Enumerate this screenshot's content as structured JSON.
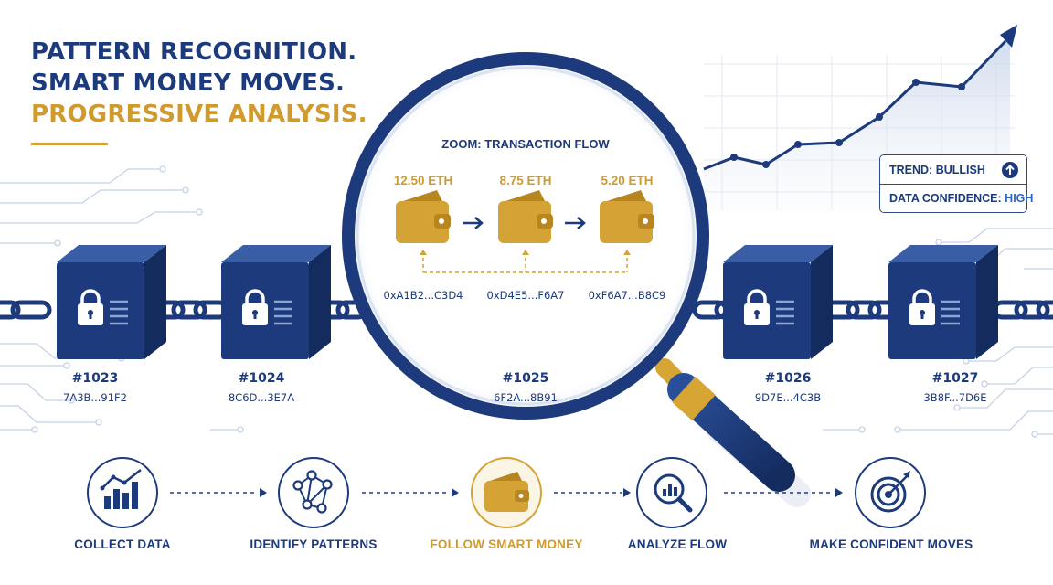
{
  "headline": {
    "line1": "PATTERN RECOGNITION.",
    "line2": "SMART MONEY MOVES.",
    "line3": "PROGRESSIVE ANALYSIS."
  },
  "zoom": {
    "title": "ZOOM: TRANSACTION FLOW",
    "wallets": [
      {
        "amount": "12.50 ETH",
        "address": "0xA1B2...C3D4"
      },
      {
        "amount": "8.75 ETH",
        "address": "0xD4E5...F6A7"
      },
      {
        "amount": "5.20 ETH",
        "address": "0xF6A7...B8C9"
      }
    ]
  },
  "blocks": [
    {
      "number": "#1023",
      "hash": "7A3B...91F2"
    },
    {
      "number": "#1024",
      "hash": "8C6D...3E7A"
    },
    {
      "number": "#1025",
      "hash": "6F2A...8B91"
    },
    {
      "number": "#1026",
      "hash": "9D7E...4C3B"
    },
    {
      "number": "#1027",
      "hash": "3B8F...7D6E"
    }
  ],
  "trend": {
    "trend_label": "TREND:",
    "trend_value": "BULLISH",
    "confidence_label": "DATA CONFIDENCE:",
    "confidence_value": "HIGH"
  },
  "steps": [
    {
      "label": "COLLECT DATA",
      "icon": "bar-chart-icon"
    },
    {
      "label": "IDENTIFY PATTERNS",
      "icon": "network-icon"
    },
    {
      "label": "FOLLOW SMART MONEY",
      "icon": "wallet-icon"
    },
    {
      "label": "ANALYZE FLOW",
      "icon": "magnifier-chart-icon"
    },
    {
      "label": "MAKE CONFIDENT MOVES",
      "icon": "target-icon"
    }
  ],
  "colors": {
    "navy": "#1c3a7c",
    "gold": "#cf9a2e",
    "accent_blue": "#2e64c7"
  }
}
